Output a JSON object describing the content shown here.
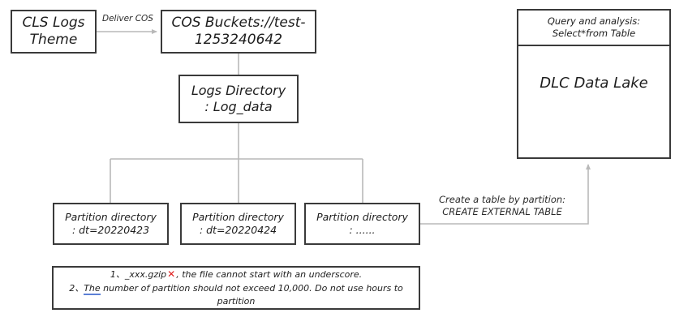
{
  "diagram": {
    "title": "CLS logs delivered to COS and queried by DLC data lake",
    "colors": {
      "box_border": "#3a3a3a",
      "wire": "#b9b9b9",
      "text": "#1d1d1d",
      "error_mark": "#e02020",
      "spellcheck_underline": "#5b7fd6",
      "background": "#ffffff"
    },
    "nodes": {
      "cls_logs_theme": {
        "line1": "CLS Logs",
        "line2": "Theme"
      },
      "cos_bucket": {
        "line1": "COS Buckets://test-",
        "line2": "1253240642"
      },
      "logs_directory": {
        "line1": "Logs Directory",
        "line2": ": Log_data"
      },
      "partitions": [
        {
          "line1": "Partition directory",
          "line2": ": dt=20220423"
        },
        {
          "line1": "Partition directory",
          "line2": ": dt=20220424"
        },
        {
          "line1": "Partition directory",
          "line2": ": ......"
        }
      ],
      "dlc": {
        "header_line1": "Query and analysis:",
        "header_line2": "Select*from Table",
        "body": "DLC Data Lake"
      }
    },
    "edges": {
      "deliver": {
        "label": "Deliver COS"
      },
      "create_table": {
        "line1": "Create a table by partition:",
        "line2": "CREATE EXTERNAL TABLE"
      }
    },
    "note": {
      "line1_num": "1、",
      "line1_code": "_xxx.gzip",
      "line1_mark": "✕",
      "line1_text": ",  the file cannot start with an underscore.",
      "line2_num": "2、",
      "line2_word": "The",
      "line2_text": " number of partition should not exceed 10,000. Do not use hours to",
      "line3_text": "partition"
    }
  }
}
